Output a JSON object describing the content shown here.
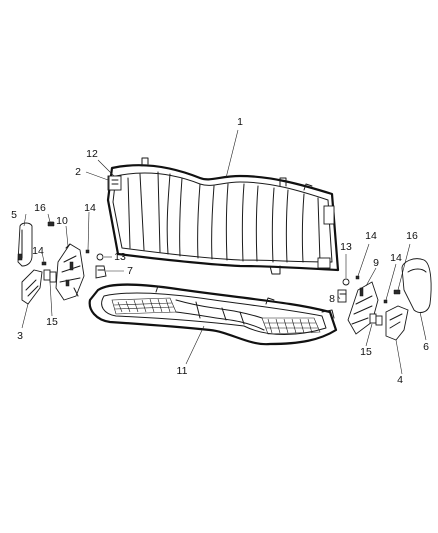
{
  "callouts": {
    "c1": "1",
    "c2": "2",
    "c3": "3",
    "c4": "4",
    "c5": "5",
    "c6": "6",
    "c7": "7",
    "c8": "8",
    "c9": "9",
    "c10": "10",
    "c11": "11",
    "c12": "12",
    "c13a": "13",
    "c13b": "13",
    "c14a": "14",
    "c14b": "14",
    "c14c": "14",
    "c14d": "14",
    "c15a": "15",
    "c15b": "15",
    "c16a": "16",
    "c16b": "16"
  }
}
